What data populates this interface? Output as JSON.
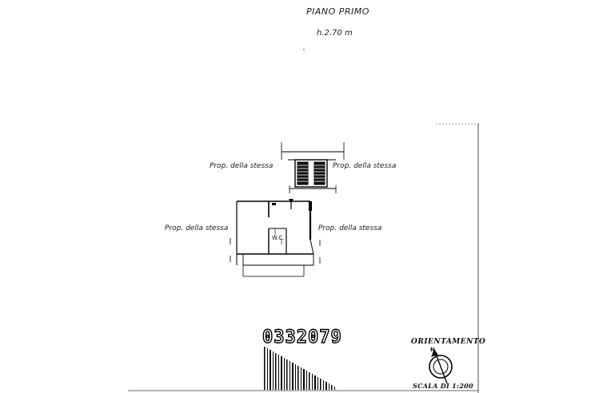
{
  "plan": {
    "title": "PIANO PRIMO",
    "height": "h.2.70 m"
  },
  "labels": {
    "top_left": "Prop. della stessa",
    "top_right": "Prop. della stessa",
    "mid_left": "Prop. della stessa",
    "mid_right": "Prop. della stessa",
    "ws": "W.C."
  },
  "stamp": {
    "number": "0332079"
  },
  "orientation": {
    "title": "ORIENTAMENTO",
    "north": "N",
    "scale": "SCALA DI 1:200"
  }
}
